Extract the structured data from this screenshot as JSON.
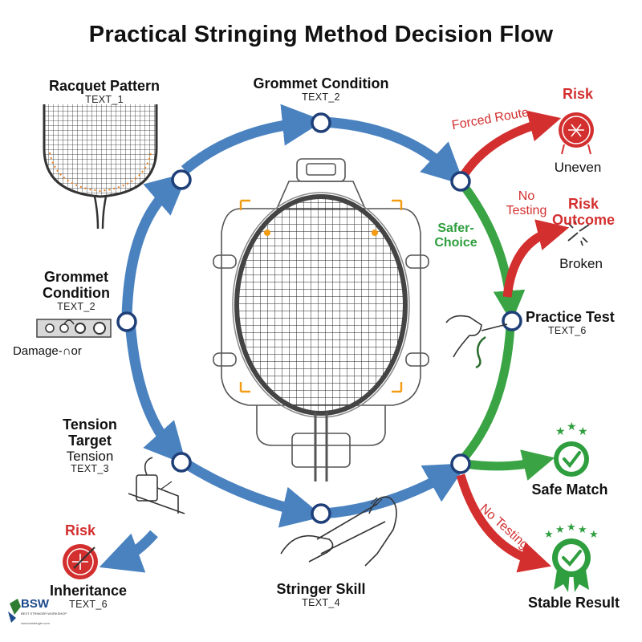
{
  "title": "Practical Stringing Method Decision Flow",
  "nodes": {
    "racquet_pattern": {
      "label": "Racquet Pattern",
      "sub": "TEXT_1"
    },
    "grommet_top": {
      "label": "Grommet Condition",
      "sub": "TEXT_2"
    },
    "grommet_left": {
      "label_line1": "Grommet",
      "label_line2": "Condition",
      "sub": "TEXT_2",
      "note": "Damage-∩or"
    },
    "tension_target": {
      "label_line1": "Tension",
      "label_line2": "Target",
      "label_line3": "Tension",
      "sub": "TEXT_3"
    },
    "inheritance": {
      "badge": "Risk",
      "label": "Inheritance",
      "sub": "TEXT_6"
    },
    "stringer_skill": {
      "label": "Stringer Skill",
      "sub": "TEXT_4"
    },
    "practice_test": {
      "label": "Practice Test",
      "sub": "TEXT_6"
    },
    "safe_match": {
      "label": "Safe Match"
    },
    "stable_result": {
      "label": "Stable Result"
    }
  },
  "branches": {
    "forced_route": "Forced Route",
    "risk_uneven_badge": "Risk",
    "uneven": "Uneven",
    "no_testing_line1": "No",
    "no_testing_line2": "Testing",
    "risk_outcome_line1": "Risk",
    "risk_outcome_line2": "Outcome",
    "broken": "Broken",
    "safer_line1": "Safer-",
    "safer_line2": "Choice",
    "no_testing_lower": "No Testing"
  },
  "logo": {
    "name": "BSW",
    "tagline": "BEST STRINGER WORKSHOP",
    "url": "www.bestringer.com"
  },
  "colors": {
    "blue": "#4a82c0",
    "green": "#3aa444",
    "red": "#d32f2f",
    "node_ring": "#1f3f78",
    "gold": "#f39c12"
  }
}
